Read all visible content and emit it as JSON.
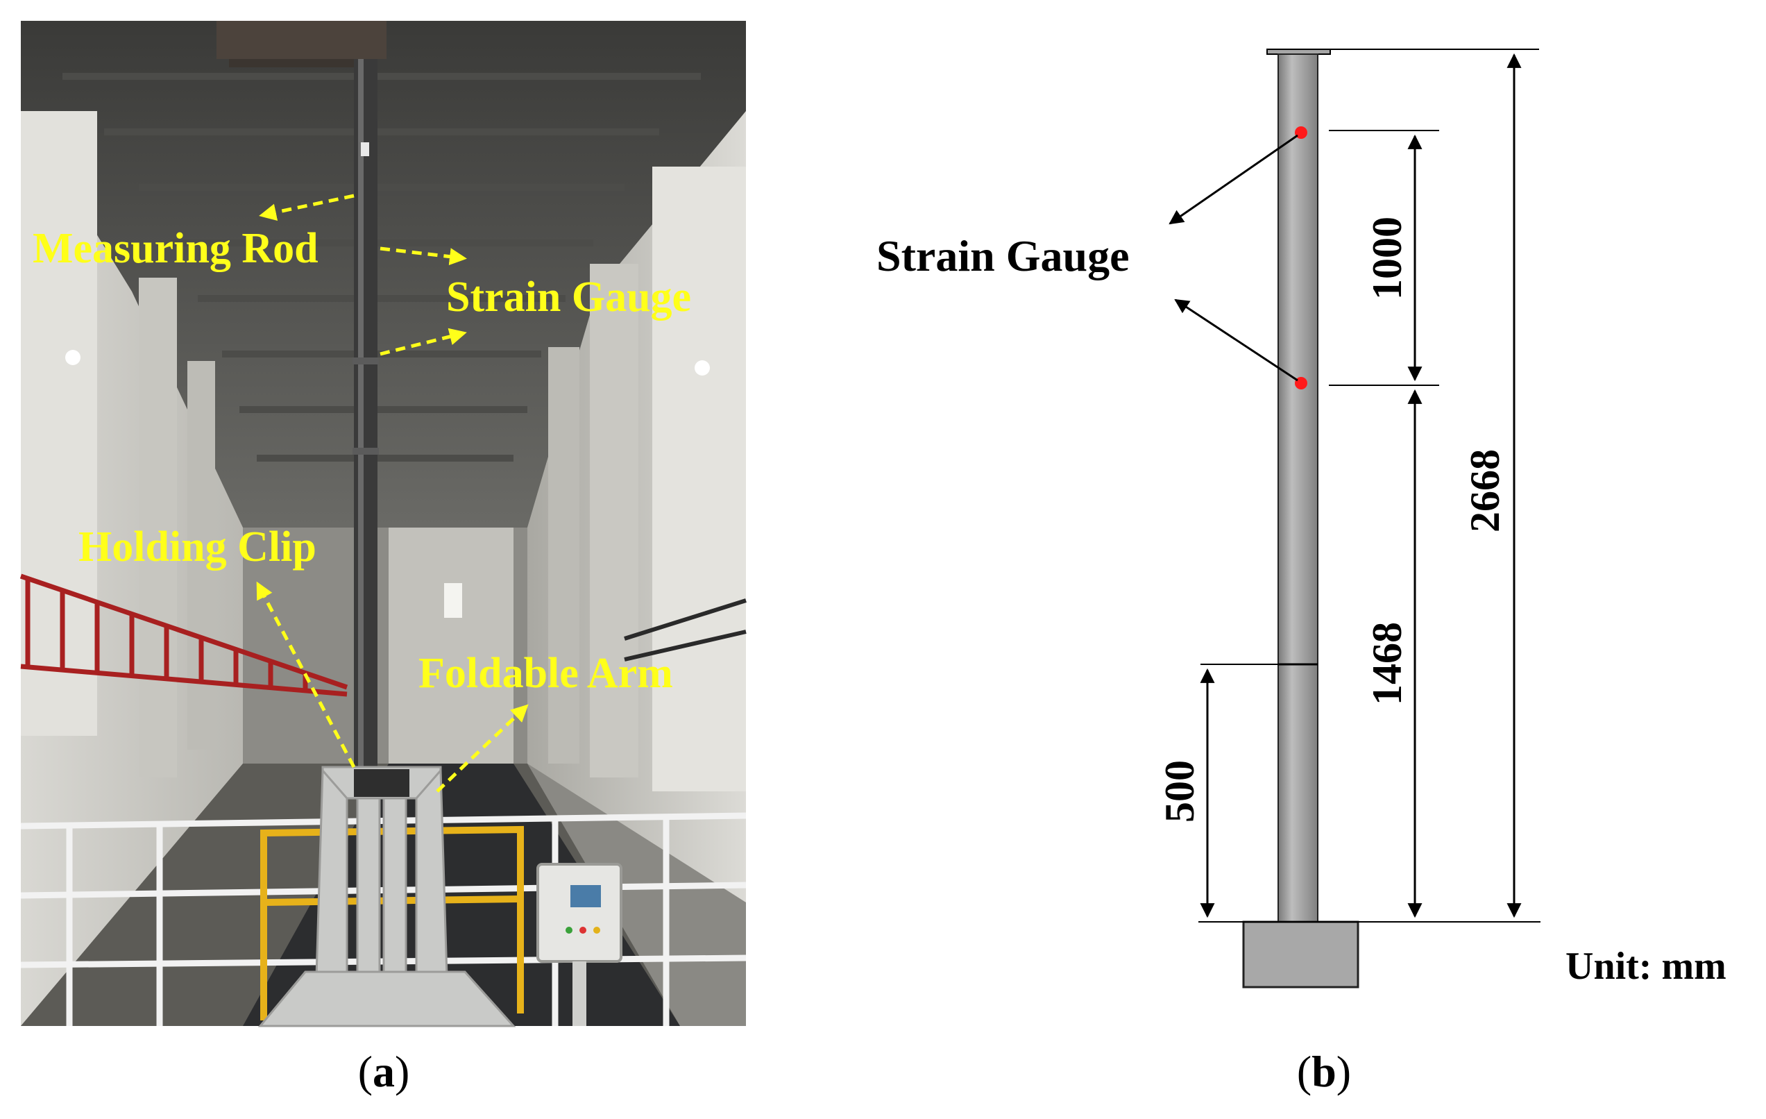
{
  "panel_a": {
    "caption_open": "(",
    "caption_letter": "a",
    "caption_close": ")",
    "labels": {
      "measuring_rod": "Measuring Rod",
      "strain_gauge": "Strain Gauge",
      "holding_clip": "Holding Clip",
      "foldable_arm": "Foldable Arm"
    },
    "colors": {
      "label": "#ffff1a",
      "arrow": "#ffff1a"
    }
  },
  "panel_b": {
    "caption_open": "(",
    "caption_letter": "b",
    "caption_close": ")",
    "strain_gauge_label": "Strain Gauge",
    "unit_label": "Unit: mm",
    "dimensions": {
      "gauge_spacing": "1000",
      "lower_gauge_height": "1468",
      "total_height": "2668",
      "lower_segment": "500"
    },
    "colors": {
      "rod": "#9a9a9a",
      "base": "#a8a8a8",
      "gauge_dot": "#ff1a1a",
      "line": "#000000"
    }
  }
}
